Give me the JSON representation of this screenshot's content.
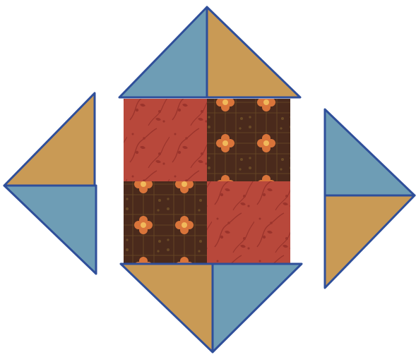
{
  "colors": {
    "blue": "#6e9db5",
    "tan": "#c99a55",
    "outline": "#2f4f9a",
    "red_fabric": "#b8483b",
    "red_fabric_dark": "#9b342c",
    "brown_fabric": "#4a2a1c",
    "brown_fabric_light": "#6a4a26",
    "flower": "#d9743a",
    "flower_center": "#f1b95b"
  },
  "center_block": {
    "top_left": "red-fabric",
    "top_right": "brown-floral-fabric",
    "bottom_left": "brown-floral-fabric",
    "bottom_right": "red-fabric"
  },
  "triangle_units": [
    {
      "name": "top-triangle-unit",
      "halves": [
        "blue",
        "tan"
      ]
    },
    {
      "name": "left-triangle-unit",
      "halves": [
        "tan",
        "blue"
      ]
    },
    {
      "name": "right-triangle-unit",
      "halves": [
        "blue",
        "tan"
      ]
    },
    {
      "name": "bottom-triangle-unit",
      "halves": [
        "tan",
        "blue"
      ]
    }
  ]
}
